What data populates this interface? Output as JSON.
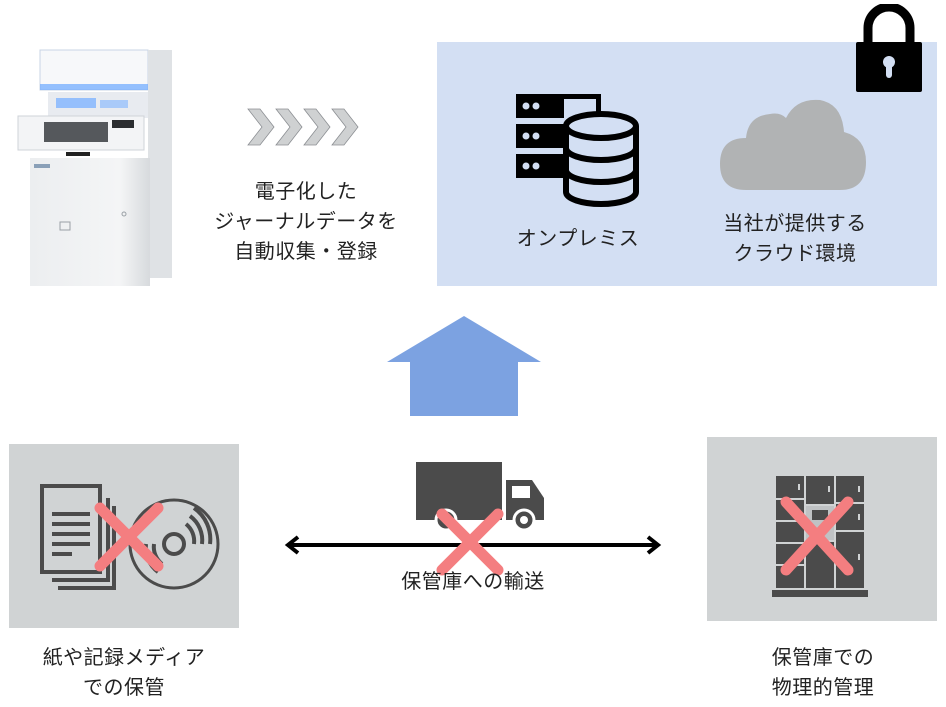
{
  "diagram": {
    "source": {
      "device": "journal-printing-terminal",
      "caption_lines": [
        "電子化した",
        "ジャーナルデータを",
        "自動収集・登録"
      ]
    },
    "storage": {
      "background_color": "#d3dff3",
      "onprem": {
        "icon": "server-database-icon",
        "label": "オンプレミス"
      },
      "cloud": {
        "icon": "cloud-icon",
        "label_lines": [
          "当社が提供する",
          "クラウド環境"
        ]
      },
      "security_icon": "lock-icon"
    },
    "upgrade_arrow": {
      "color": "#7ca2e1",
      "direction": "up"
    },
    "legacy": {
      "paper_media": {
        "icon": "document-and-disc-icon",
        "crossed_out": true,
        "caption_lines": [
          "紙や記録メディア",
          "での保管"
        ]
      },
      "transport": {
        "icon": "truck-icon",
        "crossed_out": true,
        "label": "保管庫への輸送",
        "arrow": "bidirectional"
      },
      "vault": {
        "icon": "locker-icon",
        "crossed_out": true,
        "caption_lines": [
          "保管庫での",
          "物理的管理"
        ]
      }
    },
    "colors": {
      "panel_grey": "#d0d3d4",
      "icon_dark": "#4b4b4b",
      "cross_red": "#f47e80",
      "cloud_grey": "#b1b3b4",
      "chevron_grey": "#cfd1d2"
    }
  }
}
